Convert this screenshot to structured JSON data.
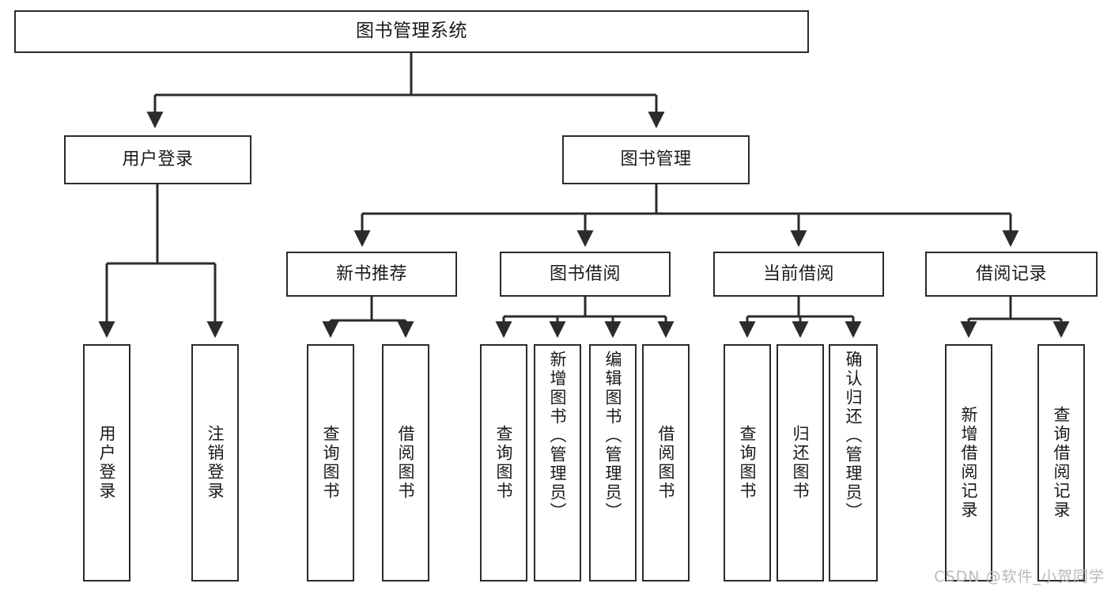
{
  "diagram": {
    "type": "tree-hierarchy",
    "title": "图书管理系统",
    "orientation": "top-down",
    "colors": {
      "box_border": "#2b2b2b",
      "box_fill": "#ffffff",
      "connector": "#2b2b2b",
      "text": "#1a1a1a",
      "watermark": "#b9b9b9"
    }
  },
  "root": {
    "label": "图书管理系统"
  },
  "level2": [
    {
      "label": "用户登录"
    },
    {
      "label": "图书管理"
    }
  ],
  "level3": [
    {
      "label": "新书推荐"
    },
    {
      "label": "图书借阅"
    },
    {
      "label": "当前借阅"
    },
    {
      "label": "借阅记录"
    }
  ],
  "leaves": {
    "user_login": [
      {
        "label": "用户登录"
      },
      {
        "label": "注销登录"
      }
    ],
    "new_book_recommend": [
      {
        "label": "查询图书"
      },
      {
        "label": "借阅图书"
      }
    ],
    "book_borrow": [
      {
        "label": "查询图书"
      },
      {
        "label": "新增图书（管理员）"
      },
      {
        "label": "编辑图书（管理员）"
      },
      {
        "label": "借阅图书"
      }
    ],
    "current_borrow": [
      {
        "label": "查询图书"
      },
      {
        "label": "归还图书"
      },
      {
        "label": "确认归还（管理员）"
      }
    ],
    "borrow_record": [
      {
        "label": "新增借阅记录"
      },
      {
        "label": "查询借阅记录"
      }
    ]
  },
  "watermark": {
    "text": "CSDN @软件_小贺同学"
  }
}
